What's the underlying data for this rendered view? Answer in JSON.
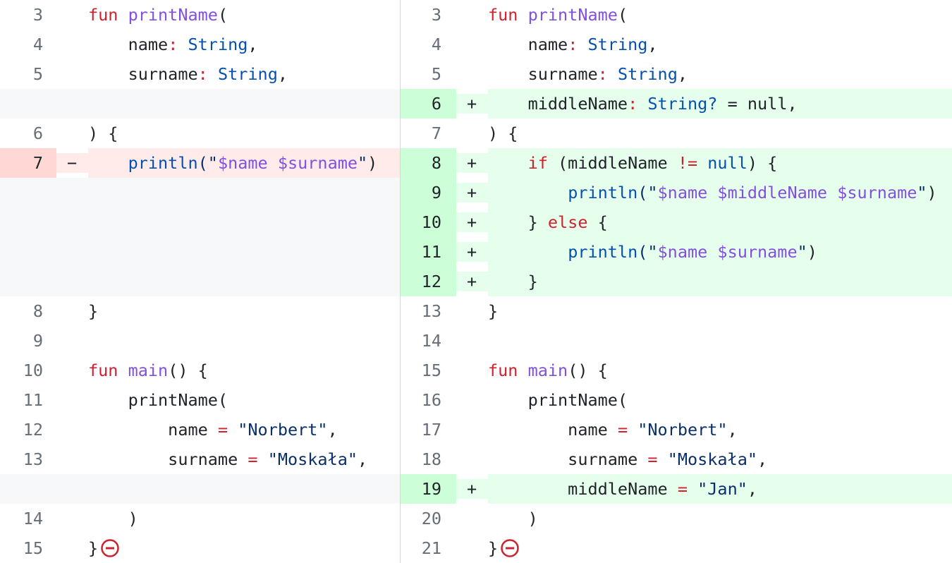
{
  "colors": {
    "add_bg": "#e6ffec",
    "add_num": "#ccffd8",
    "del_bg": "#ffebe9",
    "del_num": "#ffd7d5",
    "empty": "#f6f8fa"
  },
  "rows": [
    {
      "left": {
        "type": "ctx",
        "num": "3",
        "tokens": [
          [
            "fun ",
            "k"
          ],
          [
            "printName",
            "f"
          ],
          [
            "(",
            "p"
          ]
        ]
      },
      "right": {
        "type": "ctx",
        "num": "3",
        "tokens": [
          [
            "fun ",
            "k"
          ],
          [
            "printName",
            "f"
          ],
          [
            "(",
            "p"
          ]
        ]
      }
    },
    {
      "left": {
        "type": "ctx",
        "num": "4",
        "tokens": [
          [
            "    name",
            "p"
          ],
          [
            ":",
            "o"
          ],
          [
            " ",
            "p"
          ],
          [
            "String",
            "t"
          ],
          [
            ",",
            "p"
          ]
        ]
      },
      "right": {
        "type": "ctx",
        "num": "4",
        "tokens": [
          [
            "    name",
            "p"
          ],
          [
            ":",
            "o"
          ],
          [
            " ",
            "p"
          ],
          [
            "String",
            "t"
          ],
          [
            ",",
            "p"
          ]
        ]
      }
    },
    {
      "left": {
        "type": "ctx",
        "num": "5",
        "tokens": [
          [
            "    surname",
            "p"
          ],
          [
            ":",
            "o"
          ],
          [
            " ",
            "p"
          ],
          [
            "String",
            "t"
          ],
          [
            ",",
            "p"
          ]
        ]
      },
      "right": {
        "type": "ctx",
        "num": "5",
        "tokens": [
          [
            "    surname",
            "p"
          ],
          [
            ":",
            "o"
          ],
          [
            " ",
            "p"
          ],
          [
            "String",
            "t"
          ],
          [
            ",",
            "p"
          ]
        ]
      }
    },
    {
      "left": {
        "type": "empty",
        "num": "",
        "tokens": []
      },
      "right": {
        "type": "add",
        "num": "6",
        "marker": "+",
        "tokens": [
          [
            "    middleName",
            "p"
          ],
          [
            ":",
            "o"
          ],
          [
            " ",
            "p"
          ],
          [
            "String?",
            "t"
          ],
          [
            " = null,",
            "p"
          ]
        ]
      }
    },
    {
      "left": {
        "type": "ctx",
        "num": "6",
        "tokens": [
          [
            ") {",
            "p"
          ]
        ]
      },
      "right": {
        "type": "ctx",
        "num": "7",
        "tokens": [
          [
            ") {",
            "p"
          ]
        ]
      }
    },
    {
      "left": {
        "type": "del",
        "num": "7",
        "marker": "−",
        "tokens": [
          [
            "    ",
            "p"
          ],
          [
            "println",
            "t"
          ],
          [
            "(\"",
            "s"
          ],
          [
            "$name $surname",
            "v"
          ],
          [
            "\"",
            "s"
          ],
          [
            ")",
            "p"
          ]
        ]
      },
      "right": {
        "type": "add",
        "num": "8",
        "marker": "+",
        "tokens": [
          [
            "    ",
            "p"
          ],
          [
            "if",
            "k"
          ],
          [
            " (middleName ",
            "p"
          ],
          [
            "!=",
            "o"
          ],
          [
            " ",
            "p"
          ],
          [
            "null",
            "t"
          ],
          [
            ") {",
            "p"
          ]
        ]
      }
    },
    {
      "left": {
        "type": "empty",
        "num": "",
        "tokens": []
      },
      "right": {
        "type": "add",
        "num": "9",
        "marker": "+",
        "tokens": [
          [
            "        ",
            "p"
          ],
          [
            "println",
            "t"
          ],
          [
            "(\"",
            "s"
          ],
          [
            "$name $middleName $surname",
            "v"
          ],
          [
            "\"",
            "s"
          ],
          [
            ")",
            "p"
          ]
        ]
      }
    },
    {
      "left": {
        "type": "empty",
        "num": "",
        "tokens": []
      },
      "right": {
        "type": "add",
        "num": "10",
        "marker": "+",
        "tokens": [
          [
            "    } ",
            "p"
          ],
          [
            "else",
            "k"
          ],
          [
            " {",
            "p"
          ]
        ]
      }
    },
    {
      "left": {
        "type": "empty",
        "num": "",
        "tokens": []
      },
      "right": {
        "type": "add",
        "num": "11",
        "marker": "+",
        "tokens": [
          [
            "        ",
            "p"
          ],
          [
            "println",
            "t"
          ],
          [
            "(\"",
            "s"
          ],
          [
            "$name $surname",
            "v"
          ],
          [
            "\"",
            "s"
          ],
          [
            ")",
            "p"
          ]
        ]
      }
    },
    {
      "left": {
        "type": "empty",
        "num": "",
        "tokens": []
      },
      "right": {
        "type": "add",
        "num": "12",
        "marker": "+",
        "tokens": [
          [
            "    }",
            "p"
          ]
        ]
      }
    },
    {
      "left": {
        "type": "ctx",
        "num": "8",
        "tokens": [
          [
            "}",
            "p"
          ]
        ]
      },
      "right": {
        "type": "ctx",
        "num": "13",
        "tokens": [
          [
            "}",
            "p"
          ]
        ]
      }
    },
    {
      "left": {
        "type": "ctx",
        "num": "9",
        "tokens": []
      },
      "right": {
        "type": "ctx",
        "num": "14",
        "tokens": []
      }
    },
    {
      "left": {
        "type": "ctx",
        "num": "10",
        "tokens": [
          [
            "fun ",
            "k"
          ],
          [
            "main",
            "f"
          ],
          [
            "() {",
            "p"
          ]
        ]
      },
      "right": {
        "type": "ctx",
        "num": "15",
        "tokens": [
          [
            "fun ",
            "k"
          ],
          [
            "main",
            "f"
          ],
          [
            "() {",
            "p"
          ]
        ]
      }
    },
    {
      "left": {
        "type": "ctx",
        "num": "11",
        "tokens": [
          [
            "    printName(",
            "p"
          ]
        ]
      },
      "right": {
        "type": "ctx",
        "num": "16",
        "tokens": [
          [
            "    printName(",
            "p"
          ]
        ]
      }
    },
    {
      "left": {
        "type": "ctx",
        "num": "12",
        "tokens": [
          [
            "        name ",
            "p"
          ],
          [
            "=",
            "o"
          ],
          [
            " ",
            "p"
          ],
          [
            "\"Norbert\"",
            "s"
          ],
          [
            ",",
            "p"
          ]
        ]
      },
      "right": {
        "type": "ctx",
        "num": "17",
        "tokens": [
          [
            "        name ",
            "p"
          ],
          [
            "=",
            "o"
          ],
          [
            " ",
            "p"
          ],
          [
            "\"Norbert\"",
            "s"
          ],
          [
            ",",
            "p"
          ]
        ]
      }
    },
    {
      "left": {
        "type": "ctx",
        "num": "13",
        "tokens": [
          [
            "        surname ",
            "p"
          ],
          [
            "=",
            "o"
          ],
          [
            " ",
            "p"
          ],
          [
            "\"Moskała\"",
            "s"
          ],
          [
            ",",
            "p"
          ]
        ]
      },
      "right": {
        "type": "ctx",
        "num": "18",
        "tokens": [
          [
            "        surname ",
            "p"
          ],
          [
            "=",
            "o"
          ],
          [
            " ",
            "p"
          ],
          [
            "\"Moskała\"",
            "s"
          ],
          [
            ",",
            "p"
          ]
        ]
      }
    },
    {
      "left": {
        "type": "empty",
        "num": "",
        "tokens": []
      },
      "right": {
        "type": "add",
        "num": "19",
        "marker": "+",
        "tokens": [
          [
            "        middleName ",
            "p"
          ],
          [
            "=",
            "o"
          ],
          [
            " ",
            "p"
          ],
          [
            "\"Jan\"",
            "s"
          ],
          [
            ",",
            "p"
          ]
        ]
      }
    },
    {
      "left": {
        "type": "ctx",
        "num": "14",
        "tokens": [
          [
            "    )",
            "p"
          ]
        ]
      },
      "right": {
        "type": "ctx",
        "num": "20",
        "tokens": [
          [
            "    )",
            "p"
          ]
        ]
      }
    },
    {
      "left": {
        "type": "ctx",
        "num": "15",
        "fold": "no-newline-icon",
        "tokens": [
          [
            "}",
            "p"
          ]
        ]
      },
      "right": {
        "type": "ctx",
        "num": "21",
        "fold": "no-newline-icon",
        "tokens": [
          [
            "}",
            "p"
          ]
        ]
      }
    }
  ]
}
